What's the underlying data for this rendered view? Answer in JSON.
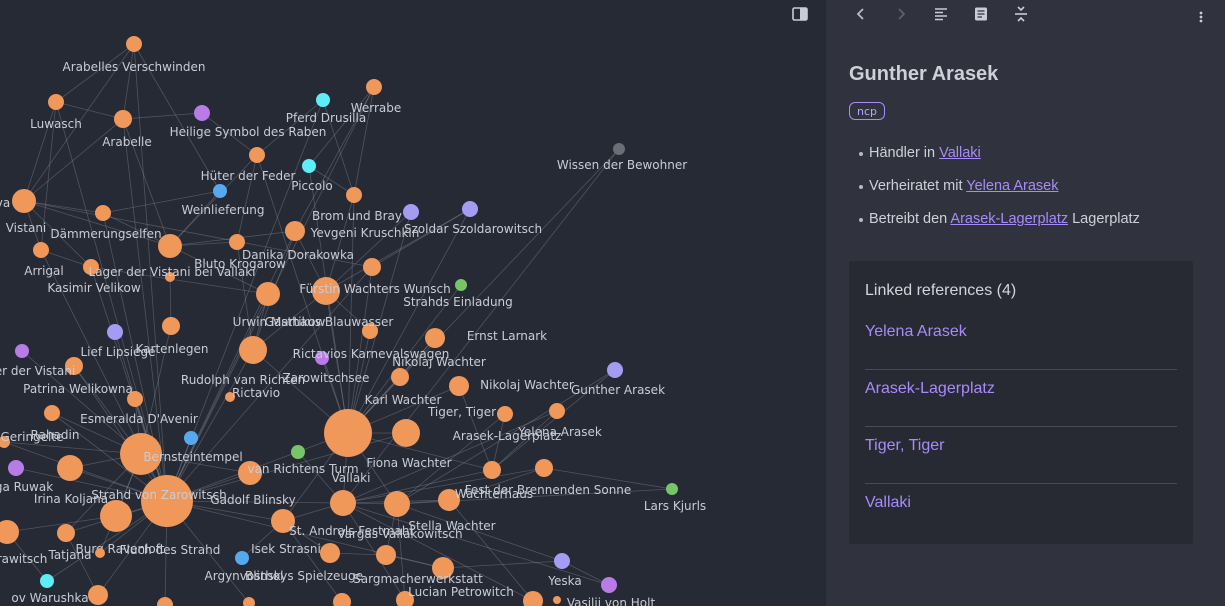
{
  "graph": {
    "colors": {
      "orange": "#f0975a",
      "purple": "#b87be8",
      "lavender": "#a59bf2",
      "cyan": "#5eecf7",
      "blue": "#56a9ef",
      "green": "#78c567",
      "grey": "#6b6e76"
    },
    "nodes": [
      {
        "id": "n1",
        "label": "Arabelles Verschwinden",
        "color": "orange"
      },
      {
        "id": "n2",
        "label": "Luwasch",
        "color": "orange"
      },
      {
        "id": "n3",
        "label": "Arabelle",
        "color": "orange"
      },
      {
        "id": "n4",
        "label": "Heilige Symbol des Raben",
        "color": "purple"
      },
      {
        "id": "n5",
        "label": "Pferd Drusilla",
        "color": "cyan"
      },
      {
        "id": "n6",
        "label": "Werrabe",
        "color": "orange"
      },
      {
        "id": "n7",
        "label": "Hüter der Feder",
        "color": "blue"
      },
      {
        "id": "n8",
        "label": "Piccolo",
        "color": "cyan"
      },
      {
        "id": "n9",
        "label": "",
        "color": "orange"
      },
      {
        "id": "n10",
        "label": "Wissen der Bewohner",
        "color": "grey"
      },
      {
        "id": "n11",
        "label": "va",
        "color": "orange"
      },
      {
        "id": "n12",
        "label": "Weinlieferung",
        "color": "orange"
      },
      {
        "id": "n13",
        "label": "Brom und Bray",
        "color": "orange"
      },
      {
        "id": "n14",
        "label": "Yevgeni Kruschkin",
        "color": "lavender"
      },
      {
        "id": "n15",
        "label": "Szoldar Szoldarowitsch",
        "color": "lavender"
      },
      {
        "id": "n16",
        "label": "Vistani",
        "color": "orange"
      },
      {
        "id": "n17",
        "label": "Dämmerungselfen",
        "color": "orange"
      },
      {
        "id": "n18",
        "label": "Danika Dorakowka",
        "color": "orange"
      },
      {
        "id": "n19",
        "label": "Bluto Krogarow",
        "color": "orange"
      },
      {
        "id": "n20",
        "label": "Arrigal",
        "color": "orange"
      },
      {
        "id": "n21",
        "label": "Lager der Vistani bei Vallaki",
        "color": "orange"
      },
      {
        "id": "n22",
        "label": "Kasimir Velikow",
        "color": "orange"
      },
      {
        "id": "n23",
        "label": "Fürstin Wachters Wunsch",
        "color": "orange"
      },
      {
        "id": "n24",
        "label": "",
        "color": "orange"
      },
      {
        "id": "n25",
        "label": "Strahds Einladung",
        "color": "green"
      },
      {
        "id": "n26",
        "label": "Urwin Martikow",
        "color": "orange"
      },
      {
        "id": "n27",
        "label": "Gasthaus Blauwasser",
        "color": "orange"
      },
      {
        "id": "n28",
        "label": "Ernst Larnark",
        "color": "orange"
      },
      {
        "id": "n29",
        "label": "Kartenlegen",
        "color": "lavender"
      },
      {
        "id": "n30",
        "label": "Lief Lipsiege",
        "color": "orange"
      },
      {
        "id": "n31",
        "label": "Rictavios Karnevalswagen",
        "color": "purple"
      },
      {
        "id": "n32",
        "label": "Nikolaj Wachter",
        "color": "orange"
      },
      {
        "id": "n33",
        "label": "Zarowitschsee",
        "color": "orange"
      },
      {
        "id": "n34",
        "label": "er der Vistani",
        "color": "purple"
      },
      {
        "id": "n35",
        "label": "Nikolaj Wachter",
        "color": "orange"
      },
      {
        "id": "n36",
        "label": "Gunther Arasek",
        "color": "lavender"
      },
      {
        "id": "n37",
        "label": "Rudolph van Richten",
        "color": "orange"
      },
      {
        "id": "n38",
        "label": "Rictavio",
        "color": "orange"
      },
      {
        "id": "n39",
        "label": "Patrina Welikowna",
        "color": "orange"
      },
      {
        "id": "n40",
        "label": "Karl Wachter",
        "color": "orange"
      },
      {
        "id": "n41",
        "label": "Tiger, Tiger",
        "color": "orange"
      },
      {
        "id": "n42",
        "label": "Esmeralda D'Avenir",
        "color": "orange"
      },
      {
        "id": "n43",
        "label": "Rahadin",
        "color": "orange"
      },
      {
        "id": "n44",
        "label": "Geringelte",
        "color": "orange"
      },
      {
        "id": "n45",
        "label": "Arasek-Lagerplatz",
        "color": "orange"
      },
      {
        "id": "n46",
        "label": "Yelena Arasek",
        "color": "orange"
      },
      {
        "id": "n47",
        "label": "Bernsteintempel",
        "color": "blue"
      },
      {
        "id": "n48",
        "label": "Fiona Wachter",
        "color": "orange"
      },
      {
        "id": "n49",
        "label": "van Richtens Turm",
        "color": "orange"
      },
      {
        "id": "n50",
        "label": "",
        "color": "green"
      },
      {
        "id": "n51",
        "label": "ga Ruwak",
        "color": "purple"
      },
      {
        "id": "n52",
        "label": "Vallaki",
        "color": "orange"
      },
      {
        "id": "n53",
        "label": "Fest der Brennenden Sonne",
        "color": "orange"
      },
      {
        "id": "n54",
        "label": "Wachterhaus",
        "color": "orange"
      },
      {
        "id": "n55",
        "label": "Lars Kjurls",
        "color": "green"
      },
      {
        "id": "n56",
        "label": "Strahd von Zarowitsch",
        "color": "orange"
      },
      {
        "id": "n57",
        "label": "Irina Koljana",
        "color": "orange"
      },
      {
        "id": "n58",
        "label": "Gadolf Blinsky",
        "color": "orange"
      },
      {
        "id": "n59",
        "label": "St. Andrals Festmahl",
        "color": "orange"
      },
      {
        "id": "n60",
        "label": "Stella Wachter",
        "color": "orange"
      },
      {
        "id": "n61",
        "label": "Vargas Vallakowitsch",
        "color": "orange"
      },
      {
        "id": "n62",
        "label": "Burg Ravenloft",
        "color": "orange"
      },
      {
        "id": "n63",
        "label": "Tatjana",
        "color": "orange"
      },
      {
        "id": "n64",
        "label": "Fluch des Strahd",
        "color": "orange"
      },
      {
        "id": "n65",
        "label": "Isek Strasni",
        "color": "blue"
      },
      {
        "id": "n66",
        "label": "rawitsch",
        "color": "cyan"
      },
      {
        "id": "n67",
        "label": "Argynvosthol",
        "color": "orange"
      },
      {
        "id": "n68",
        "label": "Blinskys Spielzeuge",
        "color": "orange"
      },
      {
        "id": "n69",
        "label": "Sargmacherwerkstatt",
        "color": "orange"
      },
      {
        "id": "n70",
        "label": "Yeska",
        "color": "lavender"
      },
      {
        "id": "n71",
        "label": "Lucian Petrowitch",
        "color": "orange"
      },
      {
        "id": "n72",
        "label": "ov Warushka",
        "color": "orange"
      },
      {
        "id": "n73",
        "label": "Vasilij von Holt",
        "color": "purple"
      },
      {
        "id": "n74",
        "label": "",
        "color": "orange"
      },
      {
        "id": "n75",
        "label": "",
        "color": "orange"
      },
      {
        "id": "n76",
        "label": "",
        "color": "orange"
      }
    ]
  },
  "toolbar": {
    "toggle_sidebar_icon": "sidebar-toggle-icon",
    "back_icon": "chevron-left-icon",
    "forward_icon": "chevron-right-icon",
    "outline_icon": "align-left-icon",
    "reading_icon": "book-icon",
    "collapse_icon": "fold-icon",
    "more_icon": "more-vertical-icon"
  },
  "note": {
    "title": "Gunther Arasek",
    "tag": "ncp",
    "bullets": [
      {
        "prefix": "Händler in ",
        "link": "Vallaki",
        "suffix": ""
      },
      {
        "prefix": "Verheiratet mit ",
        "link": "Yelena Arasek",
        "suffix": ""
      },
      {
        "prefix": "Betreibt den ",
        "link": "Arasek-Lagerplatz",
        "suffix": " Lagerplatz"
      }
    ],
    "linked_references": {
      "title": "Linked references (4)",
      "items": [
        "Yelena Arasek",
        "Arasek-Lagerplatz",
        "Tiger, Tiger",
        "Vallaki"
      ]
    }
  },
  "colors": {
    "accent": "#a78bfa",
    "panel_bg": "#30333d",
    "graph_bg": "#262a35"
  }
}
